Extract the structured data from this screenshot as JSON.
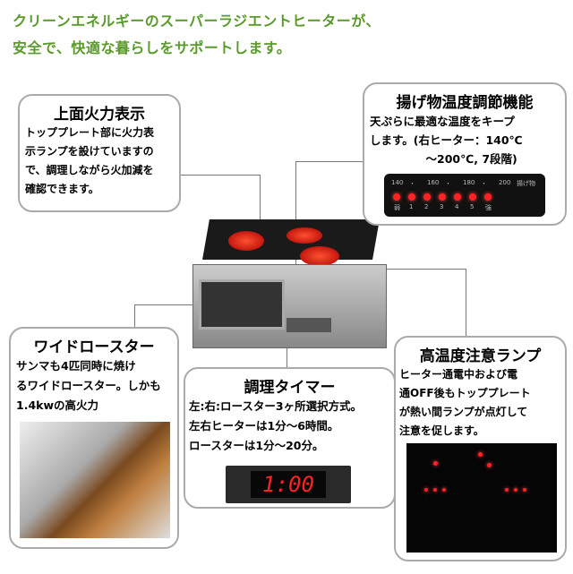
{
  "header": {
    "line1": "クリーンエネルギーのスーパーラジエントヒーターが、",
    "line2": "安全で、快適な暮らしをサポートします。"
  },
  "colors": {
    "header": "#5a9a2a",
    "led": "#ff2222"
  },
  "features": [
    {
      "title": "上面火力表示",
      "text": "トッププレート部に火力表\n示ランプを設けていますの\nで、調理しながら火加減を\n確認できます。"
    },
    {
      "title": "揚げ物温度調節機能",
      "text": "天ぷらに最適な温度をキープ\nします。(右ヒーター：140℃\n　　　　　～200℃, 7段階)",
      "panel_top": [
        "140",
        "・",
        "160",
        "・",
        "180",
        "・",
        "200",
        "揚げ物"
      ],
      "panel_bottom": [
        "弱",
        "1",
        "2",
        "3",
        "4",
        "5",
        "強"
      ]
    },
    {
      "title": "ワイドロースター",
      "text": "サンマも4匹同時に焼け\nるワイドロースター。しかも\n1.4kwの高火力"
    },
    {
      "title": "調理タイマー",
      "text": "左:右:ロースター3ヶ所選択方式。\n左右ヒーターは1分～6時間。\nロースターは1分～20分。",
      "display": "1:00"
    },
    {
      "title": "高温度注意ランプ",
      "text": "ヒーター通電中および電\n通OFF後もトッププレート\nが熱い間ランプが点灯して\n注意を促します。"
    }
  ]
}
